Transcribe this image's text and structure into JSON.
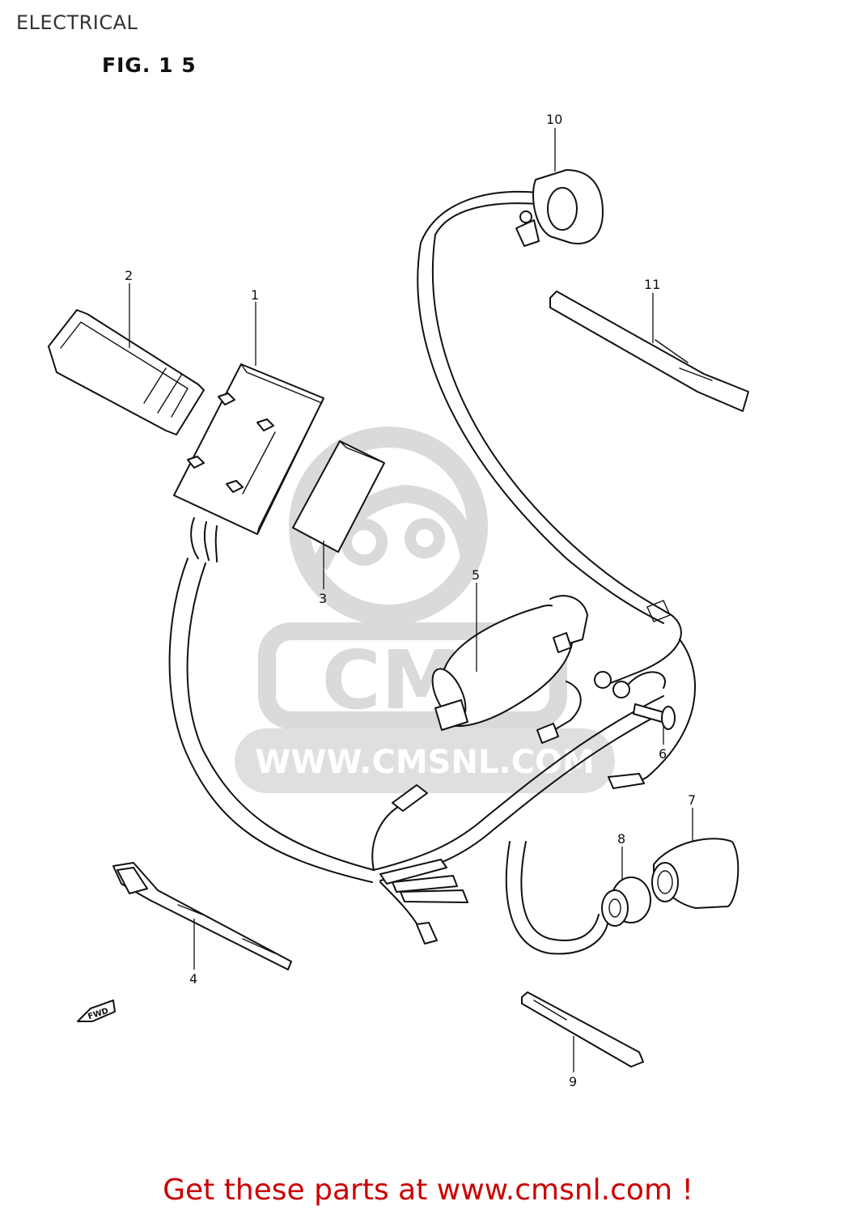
{
  "header": {
    "section_title": "ELECTRICAL",
    "figure_label": "FIG. 1 5"
  },
  "watermark": {
    "brand": "CMS",
    "url": "WWW.CMSNL.COM"
  },
  "direction_marker": "FWD",
  "callouts": [
    "1",
    "2",
    "3",
    "4",
    "5",
    "6",
    "7",
    "8",
    "9",
    "10",
    "11"
  ],
  "footer": {
    "link_text": "Get these parts at www.cmsnl.com !"
  },
  "colors": {
    "line": "#111111",
    "watermark": "#d6d6d6",
    "footer_link": "#cc0000"
  }
}
